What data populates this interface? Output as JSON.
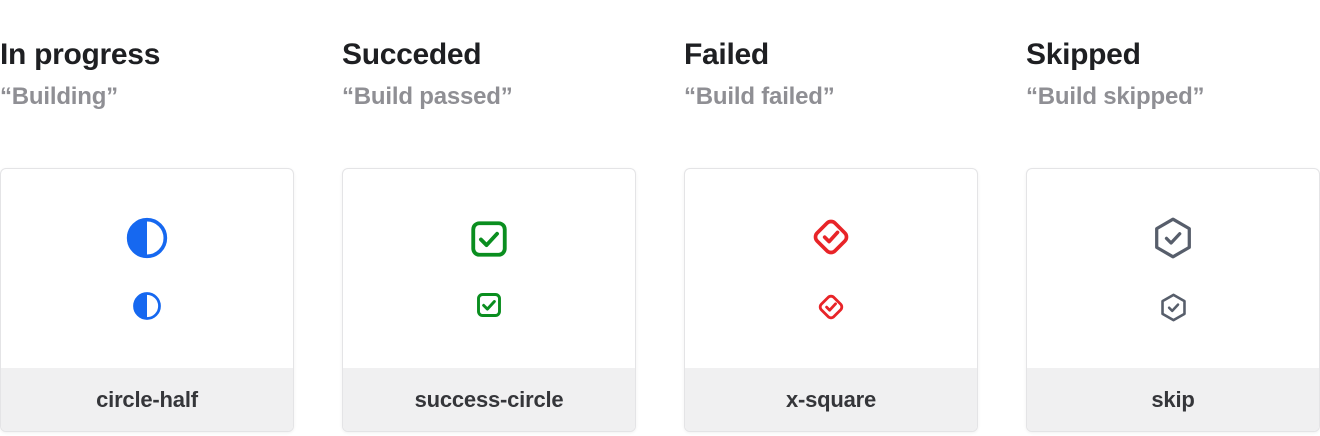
{
  "page": {
    "background": "#ffffff",
    "card_footer_background": "#f0f0f1",
    "card_border_color": "#e4e4e6",
    "title_color": "#1e1f22",
    "message_color": "#8f8f94",
    "label_color": "#35363a"
  },
  "columns": [
    {
      "title": "In progress",
      "subtitle": "“Building”",
      "icon": "circle-half-icon",
      "label": "circle-half",
      "accent": "#1668f0"
    },
    {
      "title": "Succeded",
      "subtitle": "“Build passed”",
      "icon": "check-square-icon",
      "label": "success-circle",
      "accent": "#0a8e1f"
    },
    {
      "title": "Failed",
      "subtitle": "“Build failed”",
      "icon": "check-diamond-icon",
      "label": "x-square",
      "accent": "#e82428"
    },
    {
      "title": "Skipped",
      "subtitle": "“Build skipped”",
      "icon": "check-hexagon-icon",
      "label": "skip",
      "accent": "#575e6b"
    }
  ]
}
